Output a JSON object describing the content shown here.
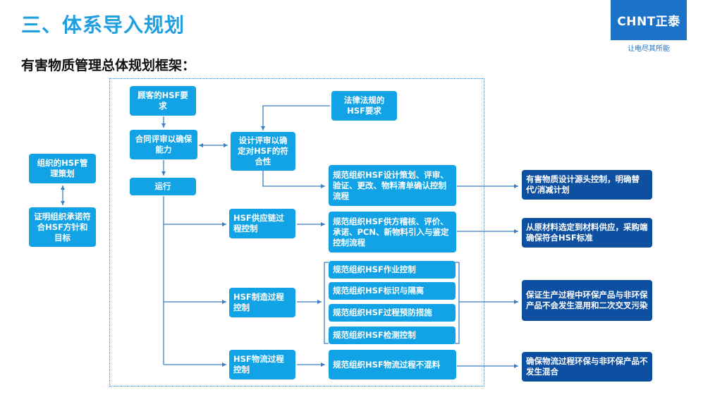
{
  "header": {
    "title": "三、体系导入规划",
    "subtitle": "有害物质管理总体规划框架："
  },
  "logo": {
    "brand": "CHNT正泰",
    "slogan": "让电尽其所能"
  },
  "boxes": {
    "customer_hsf": "顾客的HSF要求",
    "contract_review": "合同评审以确保能力",
    "operation": "运行",
    "legal_hsf": "法律法规的HSF要求",
    "design_review": "设计评审以确定对HSF的符合性",
    "org_policy": "组织的HSF管理策划",
    "prove_target": "证明组织承诺符合HSF方针和目标",
    "supply_chain": "HSF供应链过程控制",
    "manufacturing": "HSF制造过程控制",
    "logistics": "HSF物流过程控制",
    "design_process": "规范组织HSF设计策划、评审、验证、更改、物料清单确认控制流程",
    "supplier_process": "规范组织HSF供方稽核、评价、承诺、PCN、新物料引入与鉴定控制流程",
    "work_control": "规范组织HSF作业控制",
    "identification": "规范组织HSF标识与隔离",
    "prevention": "规范组织HSF过程预防措施",
    "testing": "规范组织HSF检测控制",
    "logistics_process": "规范组织HSF物流过程不混料",
    "out_design": "有害物质设计源头控制，明确替代/消减计划",
    "out_supply": "从原材料选定到材料供应，采购端确保符合HSF标准",
    "out_manufacturing": "保证生产过程中环保产品与非环保产品不会发生混用和二次交叉污染",
    "out_logistics": "确保物流过程环保与非环保产品不发生混合"
  },
  "colors": {
    "title": "#1f9ee0",
    "cyan_box": "#11a3e6",
    "navy_box": "#0d4fa1",
    "line": "#3a7fc4"
  }
}
